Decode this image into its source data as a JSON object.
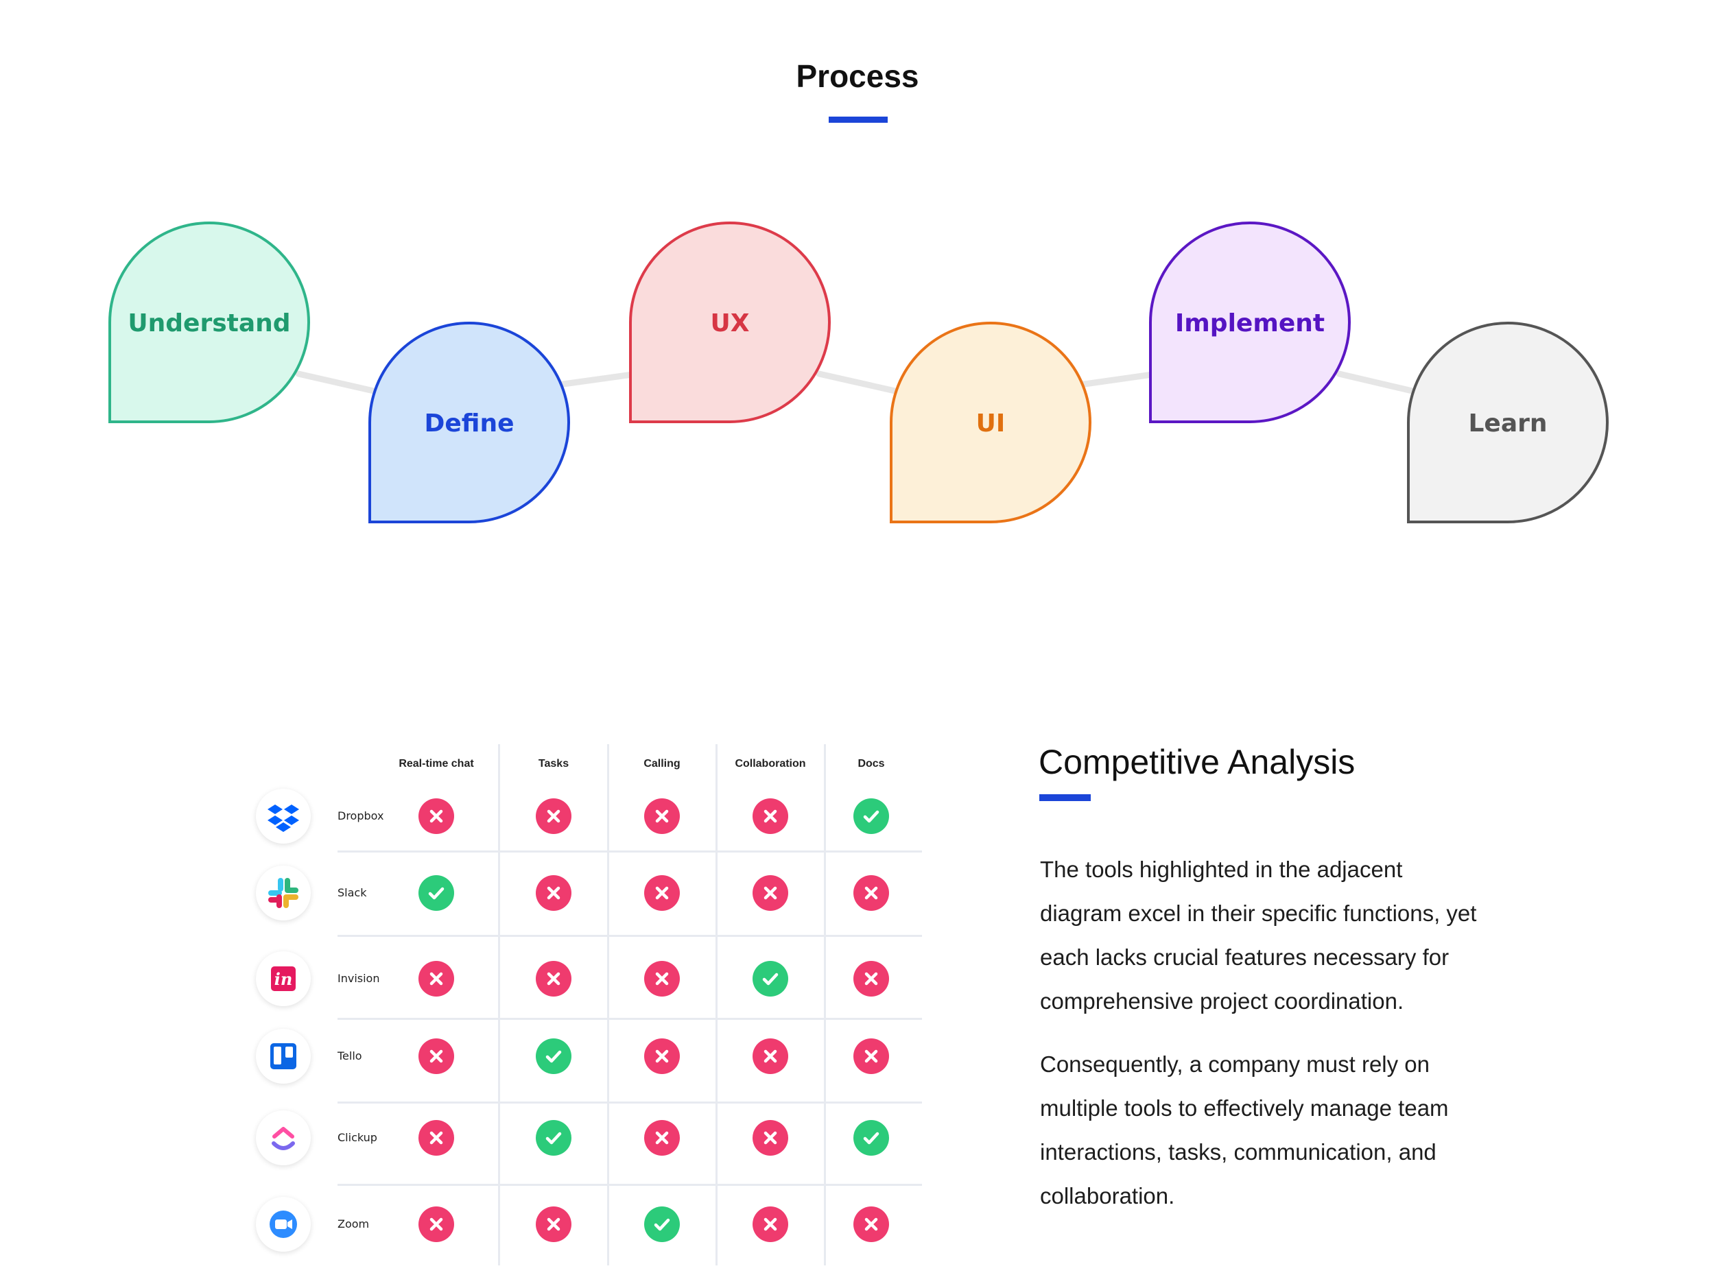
{
  "process": {
    "title": "Process",
    "accent_color": "#1b45d8",
    "steps": [
      {
        "label": "Understand",
        "stroke": "#2fb58a",
        "fill": "#d8f8ec",
        "text": "#1f9a6e"
      },
      {
        "label": "Define",
        "stroke": "#1b45d8",
        "fill": "#d0e4fb",
        "text": "#1b45d8"
      },
      {
        "label": "UX",
        "stroke": "#dd3b4a",
        "fill": "#fadcdc",
        "text": "#d63644"
      },
      {
        "label": "UI",
        "stroke": "#ea7417",
        "fill": "#fdf0d8",
        "text": "#e0700f"
      },
      {
        "label": "Implement",
        "stroke": "#5b17c4",
        "fill": "#f3e4fd",
        "text": "#5514c2"
      },
      {
        "label": "Learn",
        "stroke": "#555555",
        "fill": "#f2f2f2",
        "text": "#555555"
      }
    ]
  },
  "comparison": {
    "columns": [
      "Real-time chat",
      "Tasks",
      "Calling",
      "Collaboration",
      "Docs"
    ],
    "rows": [
      {
        "name": "Dropbox",
        "icon": "dropbox-icon",
        "values": [
          false,
          false,
          false,
          false,
          true
        ]
      },
      {
        "name": "Slack",
        "icon": "slack-icon",
        "values": [
          true,
          false,
          false,
          false,
          false
        ]
      },
      {
        "name": "Invision",
        "icon": "invision-icon",
        "values": [
          false,
          false,
          false,
          true,
          false
        ]
      },
      {
        "name": "Tello",
        "icon": "trello-icon",
        "values": [
          false,
          true,
          false,
          false,
          false
        ]
      },
      {
        "name": "Clickup",
        "icon": "clickup-icon",
        "values": [
          false,
          true,
          false,
          false,
          true
        ]
      },
      {
        "name": "Zoom",
        "icon": "zoom-icon",
        "values": [
          false,
          false,
          true,
          false,
          false
        ]
      }
    ],
    "yes_color": "#2ccb7a",
    "no_color": "#ef3b6e"
  },
  "analysis": {
    "title": "Competitive Analysis",
    "paragraphs": [
      "The tools highlighted in the adjacent diagram excel in their specific functions, yet each lacks crucial features necessary for comprehensive project coordination.",
      "Consequently, a company must rely on multiple tools to effectively manage team interactions, tasks, communication, and collaboration."
    ]
  }
}
